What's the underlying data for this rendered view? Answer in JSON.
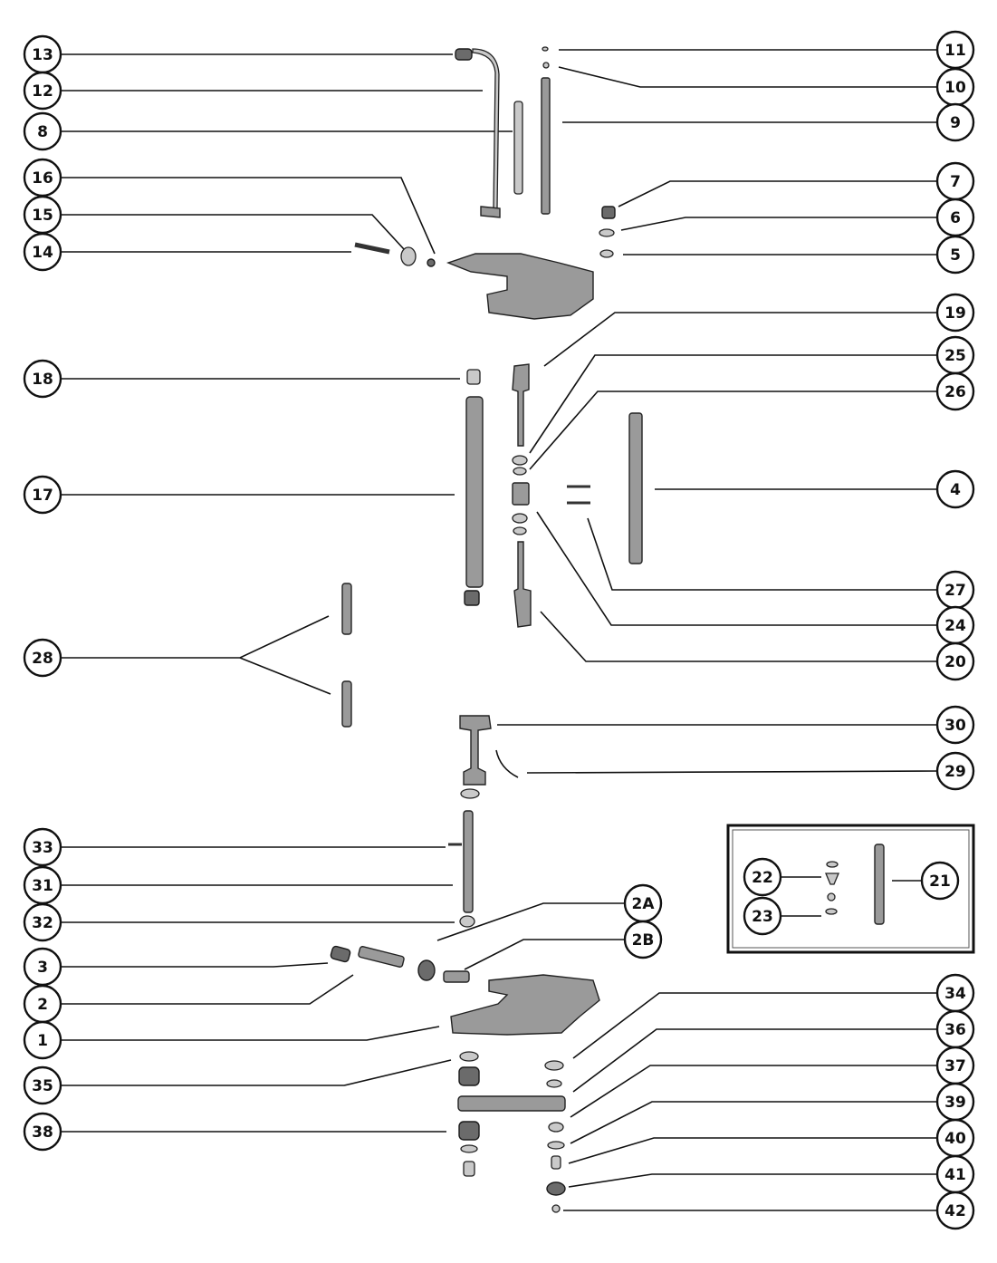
{
  "callouts": [
    {
      "label": "13"
    },
    {
      "label": "12"
    },
    {
      "label": "8"
    },
    {
      "label": "16"
    },
    {
      "label": "15"
    },
    {
      "label": "14"
    },
    {
      "label": "18"
    },
    {
      "label": "17"
    },
    {
      "label": "28"
    },
    {
      "label": "33"
    },
    {
      "label": "31"
    },
    {
      "label": "32"
    },
    {
      "label": "3"
    },
    {
      "label": "2"
    },
    {
      "label": "1"
    },
    {
      "label": "35"
    },
    {
      "label": "38"
    },
    {
      "label": "11"
    },
    {
      "label": "10"
    },
    {
      "label": "9"
    },
    {
      "label": "7"
    },
    {
      "label": "6"
    },
    {
      "label": "5"
    },
    {
      "label": "19"
    },
    {
      "label": "25"
    },
    {
      "label": "26"
    },
    {
      "label": "4"
    },
    {
      "label": "27"
    },
    {
      "label": "24"
    },
    {
      "label": "20"
    },
    {
      "label": "30"
    },
    {
      "label": "29"
    },
    {
      "label": "2A"
    },
    {
      "label": "2B"
    },
    {
      "label": "34"
    },
    {
      "label": "36"
    },
    {
      "label": "37"
    },
    {
      "label": "39"
    },
    {
      "label": "40"
    },
    {
      "label": "41"
    },
    {
      "label": "42"
    },
    {
      "label": "22"
    },
    {
      "label": "23"
    },
    {
      "label": "21"
    }
  ]
}
